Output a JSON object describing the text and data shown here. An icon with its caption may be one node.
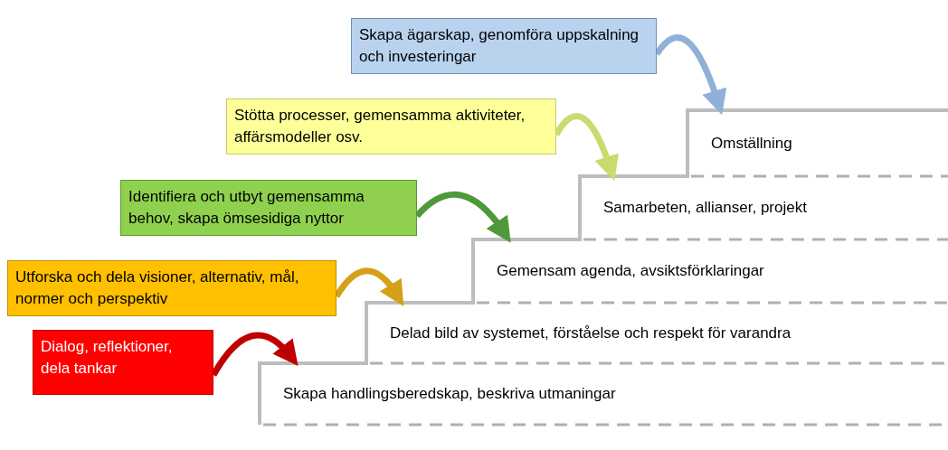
{
  "diagram": {
    "nodes": [
      {
        "text": [
          "Dialog, reflektioner, dela tankar"
        ]
      },
      {
        "text": [
          "Utforska och dela visioner, alternativ, mål, normer och perspektiv"
        ]
      },
      {
        "text": [
          "Identifiera och utbyt gemensamma behov, skapa ömsesidiga nyttor"
        ]
      },
      {
        "text": [
          "Stötta processer, gemensamma aktiviteter, affärsmodeller osv."
        ]
      },
      {
        "text": [
          "Skapa ägarskap, genomföra uppskalning och investeringar"
        ]
      },
      {
        "text": [
          "Skapa handlingsberedskap, beskriva utmaningar"
        ]
      },
      {
        "text": [
          "Delad bild av systemet, förståelse och respekt för varandra"
        ]
      },
      {
        "text": [
          "Gemensam agenda, avsiktsförklaringar"
        ]
      },
      {
        "text": [
          "Samarbeten, allianser, projekt"
        ]
      },
      {
        "text": [
          "Omställning"
        ]
      }
    ],
    "edges": [
      {
        "from": 0,
        "to": 5,
        "arrow": "to",
        "color": "#c00000"
      },
      {
        "from": 1,
        "to": 6,
        "arrow": "to",
        "color": "#d4a017"
      },
      {
        "from": 2,
        "to": 7,
        "arrow": "to",
        "color": "#4e9a3a"
      },
      {
        "from": 3,
        "to": 8,
        "arrow": "to",
        "color": "#c8dc6e"
      },
      {
        "from": 4,
        "to": 9,
        "arrow": "to",
        "color": "#8fb0d8"
      }
    ]
  }
}
